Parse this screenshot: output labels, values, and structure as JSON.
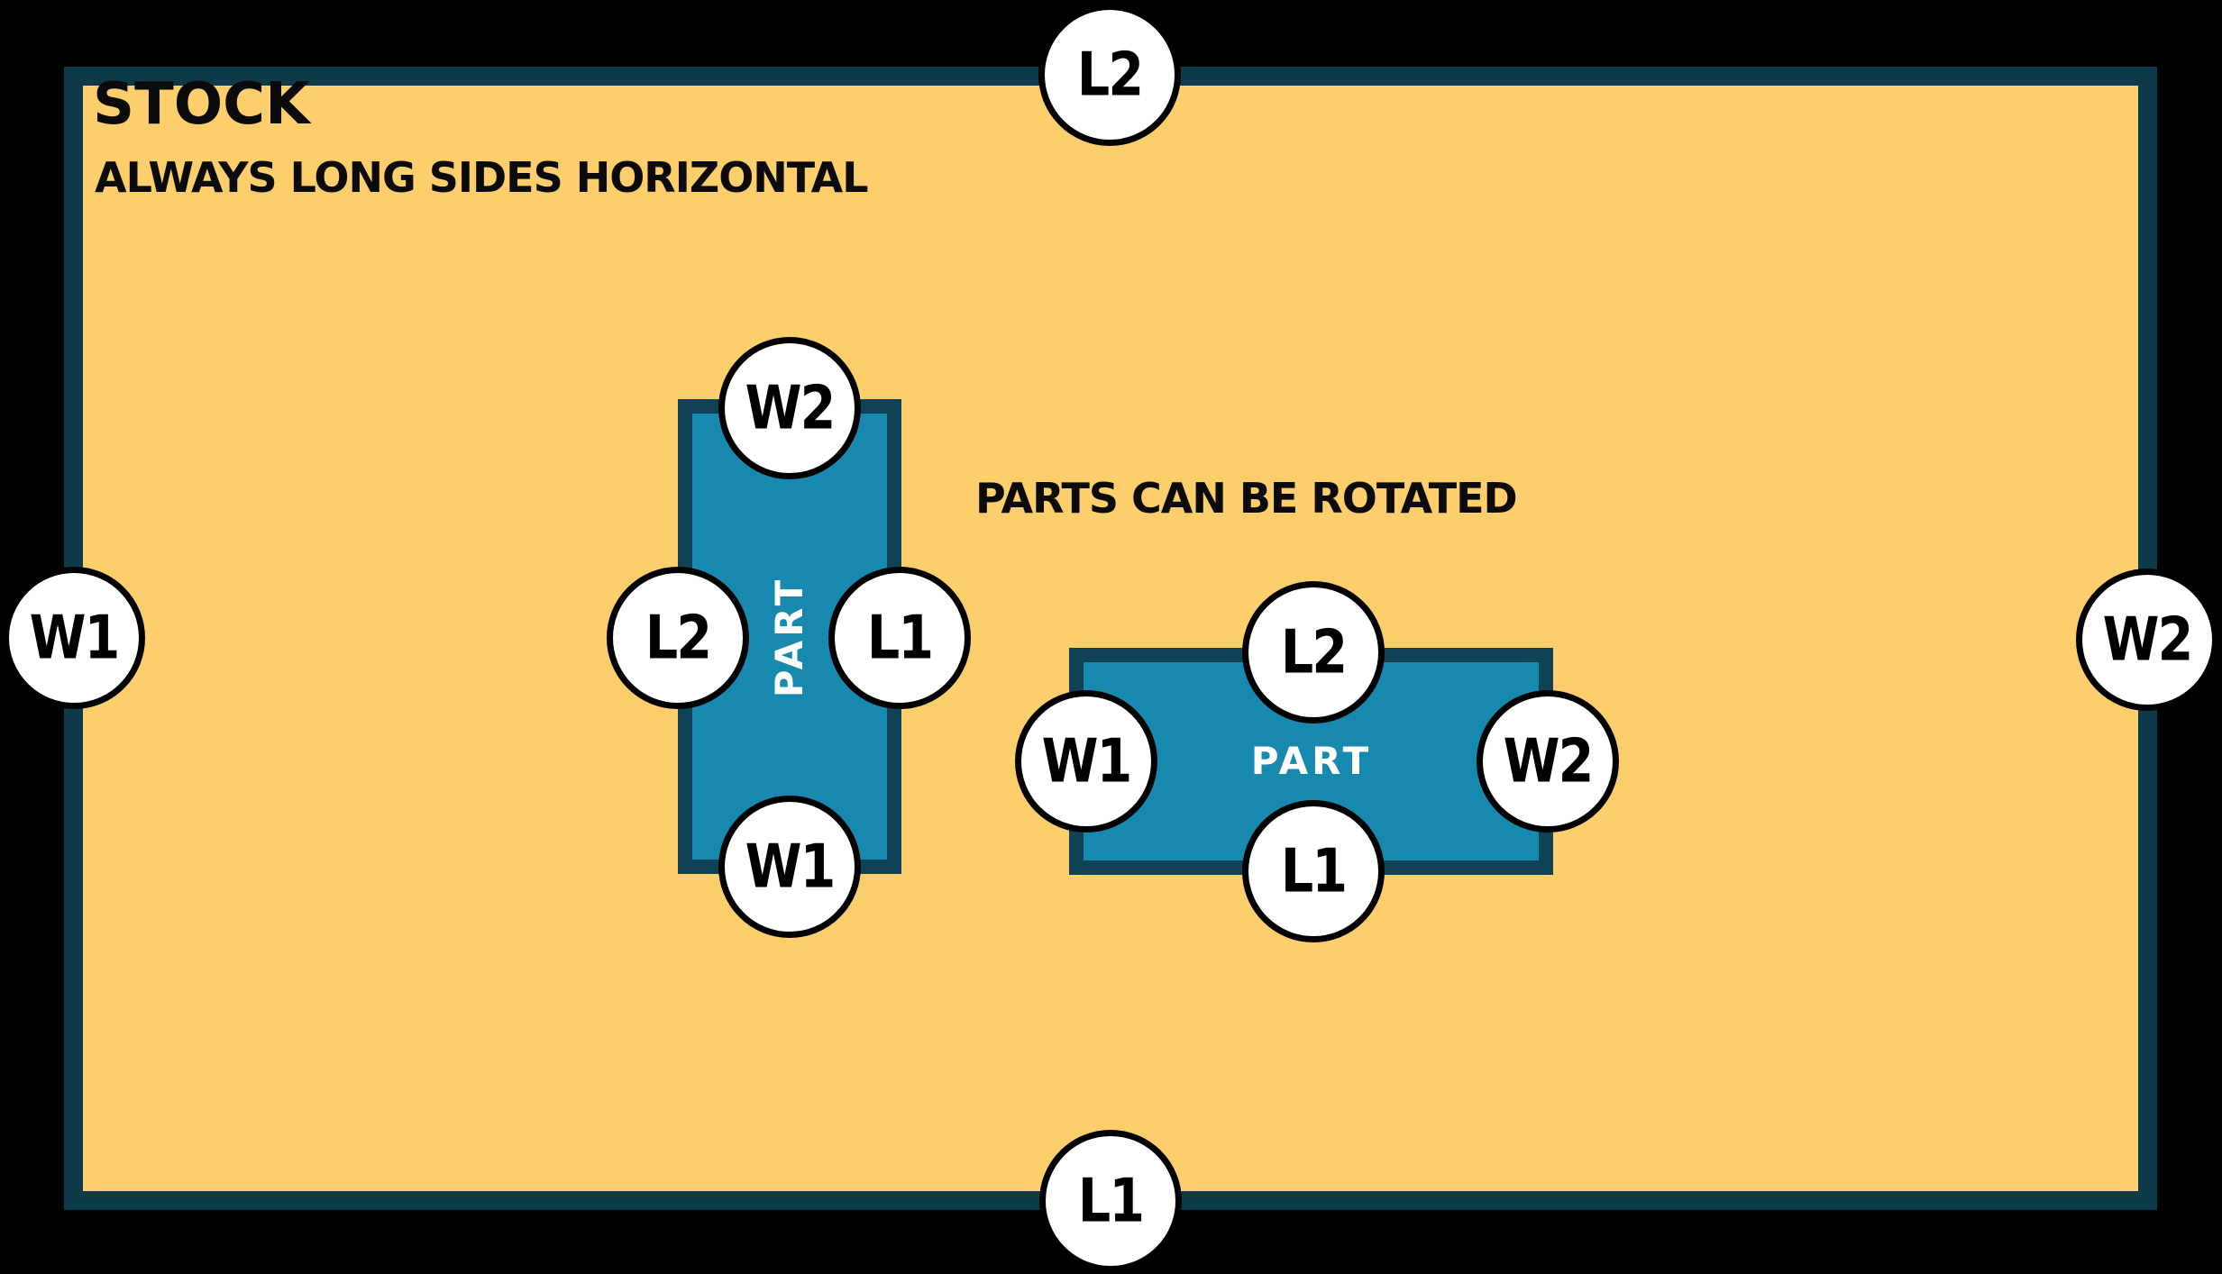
{
  "colors": {
    "background": "#000000",
    "stock_fill": "#FCCE6C",
    "stock_border": "#0C3A49",
    "part_fill": "#1788AE",
    "part_border": "#0E4254",
    "circle_fill": "#FFFFFF",
    "circle_border": "#000000",
    "text_dark": "#0B0B0B",
    "part_label_color": "#FFFFFF"
  },
  "stock": {
    "title": "STOCK",
    "subtitle": "ALWAYS LONG SIDES HORIZONTAL",
    "edge_labels": {
      "top": "L2",
      "bottom": "L1",
      "left": "W1",
      "right": "W2"
    }
  },
  "note": "PARTS CAN BE ROTATED",
  "parts": [
    {
      "name": "vertical-part",
      "label": "PART",
      "orientation": "vertical",
      "edge_labels": {
        "top": "W2",
        "bottom": "W1",
        "left": "L2",
        "right": "L1"
      }
    },
    {
      "name": "horizontal-part",
      "label": "PART",
      "orientation": "horizontal",
      "edge_labels": {
        "top": "L2",
        "bottom": "L1",
        "left": "W1",
        "right": "W2"
      }
    }
  ]
}
